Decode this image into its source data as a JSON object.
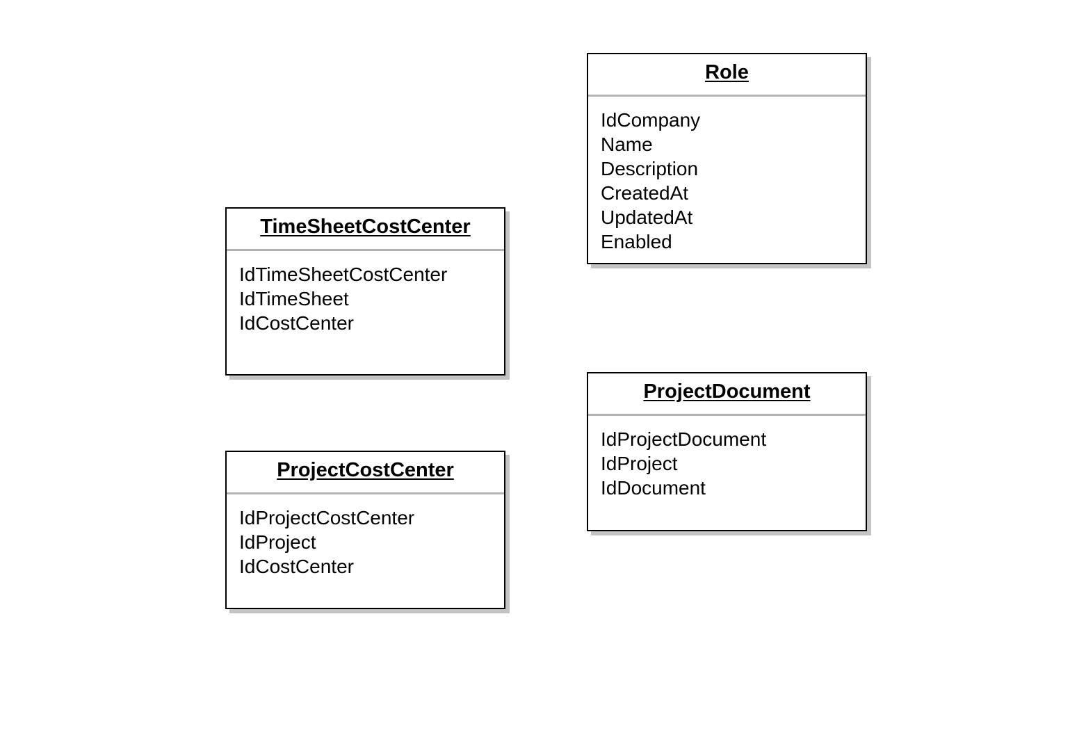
{
  "entities": [
    {
      "key": "role",
      "name": "Role",
      "attributes": [
        "IdCompany",
        "Name",
        "Description",
        "CreatedAt",
        "UpdatedAt",
        "Enabled"
      ]
    },
    {
      "key": "timesheetcostcenter",
      "name": "TimeSheetCostCenter",
      "attributes": [
        "IdTimeSheetCostCenter",
        "IdTimeSheet",
        "IdCostCenter"
      ]
    },
    {
      "key": "projectdocument",
      "name": "ProjectDocument",
      "attributes": [
        "IdProjectDocument",
        "IdProject",
        "IdDocument"
      ]
    },
    {
      "key": "projectcostcenter",
      "name": "ProjectCostCenter",
      "attributes": [
        "IdProjectCostCenter",
        "IdProject",
        "IdCostCenter"
      ]
    }
  ]
}
